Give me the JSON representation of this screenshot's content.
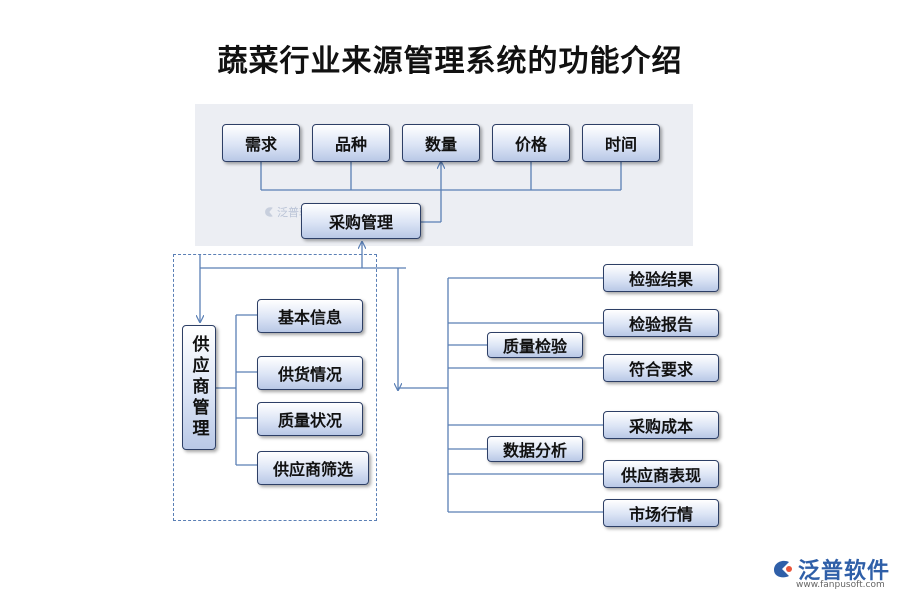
{
  "title": "蔬菜行业来源管理系统的功能介绍",
  "top_factors": [
    "需求",
    "品种",
    "数量",
    "价格",
    "时间"
  ],
  "purchase": "采购管理",
  "supplier": {
    "label": "供应商管理",
    "items": [
      "基本信息",
      "供货情况",
      "质量状况",
      "供应商筛选"
    ]
  },
  "quality": {
    "label": "质量检验",
    "items": [
      "检验结果",
      "检验报告",
      "符合要求"
    ]
  },
  "analysis": {
    "label": "数据分析",
    "items": [
      "采购成本",
      "供应商表现",
      "市场行情"
    ]
  },
  "watermark": "泛普软件",
  "brand": {
    "name": "泛普软件",
    "url": "www.fanpusoft.com",
    "colors": {
      "primary": "#2f5fa8",
      "accent": "#e8553a"
    }
  }
}
